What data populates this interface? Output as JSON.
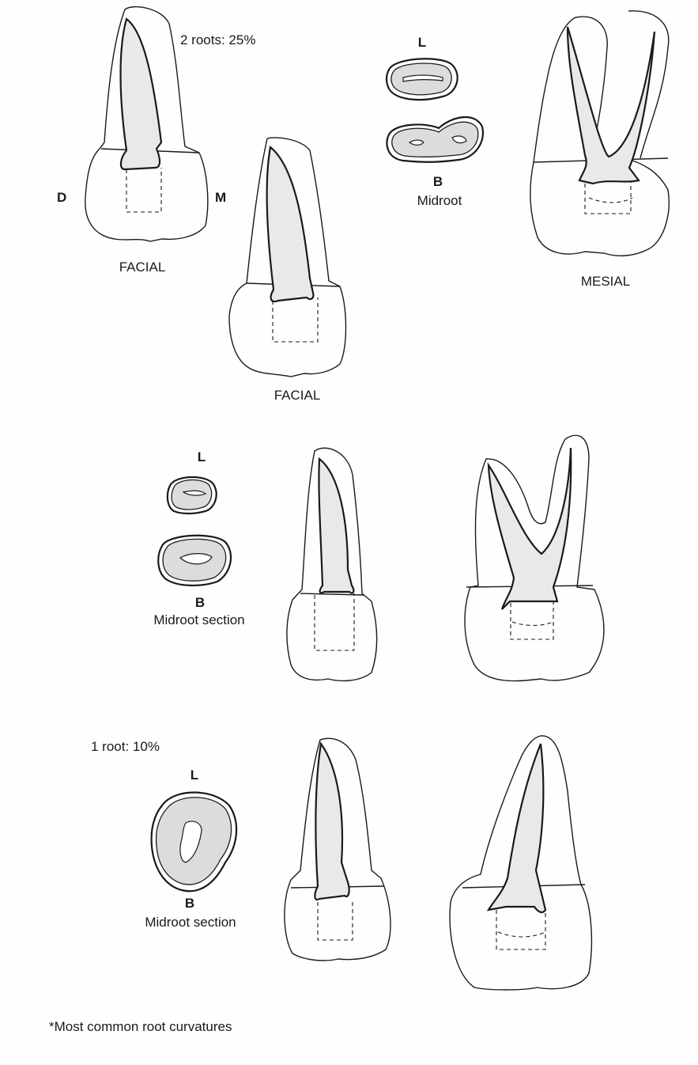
{
  "labels": {
    "roots2": "2 roots: 25%",
    "l1": "L",
    "b1": "B",
    "midroot": "Midroot",
    "d": "D",
    "m": "M",
    "facial1": "FACIAL",
    "facial2": "FACIAL",
    "mesial": "MESIAL",
    "l2": "L",
    "b2": "B",
    "midroot_section2": "Midroot section",
    "root1": "1 root: 10%",
    "l3": "L",
    "b3": "B",
    "midroot_section3": "Midroot section",
    "footnote": "*Most common root curvatures"
  }
}
